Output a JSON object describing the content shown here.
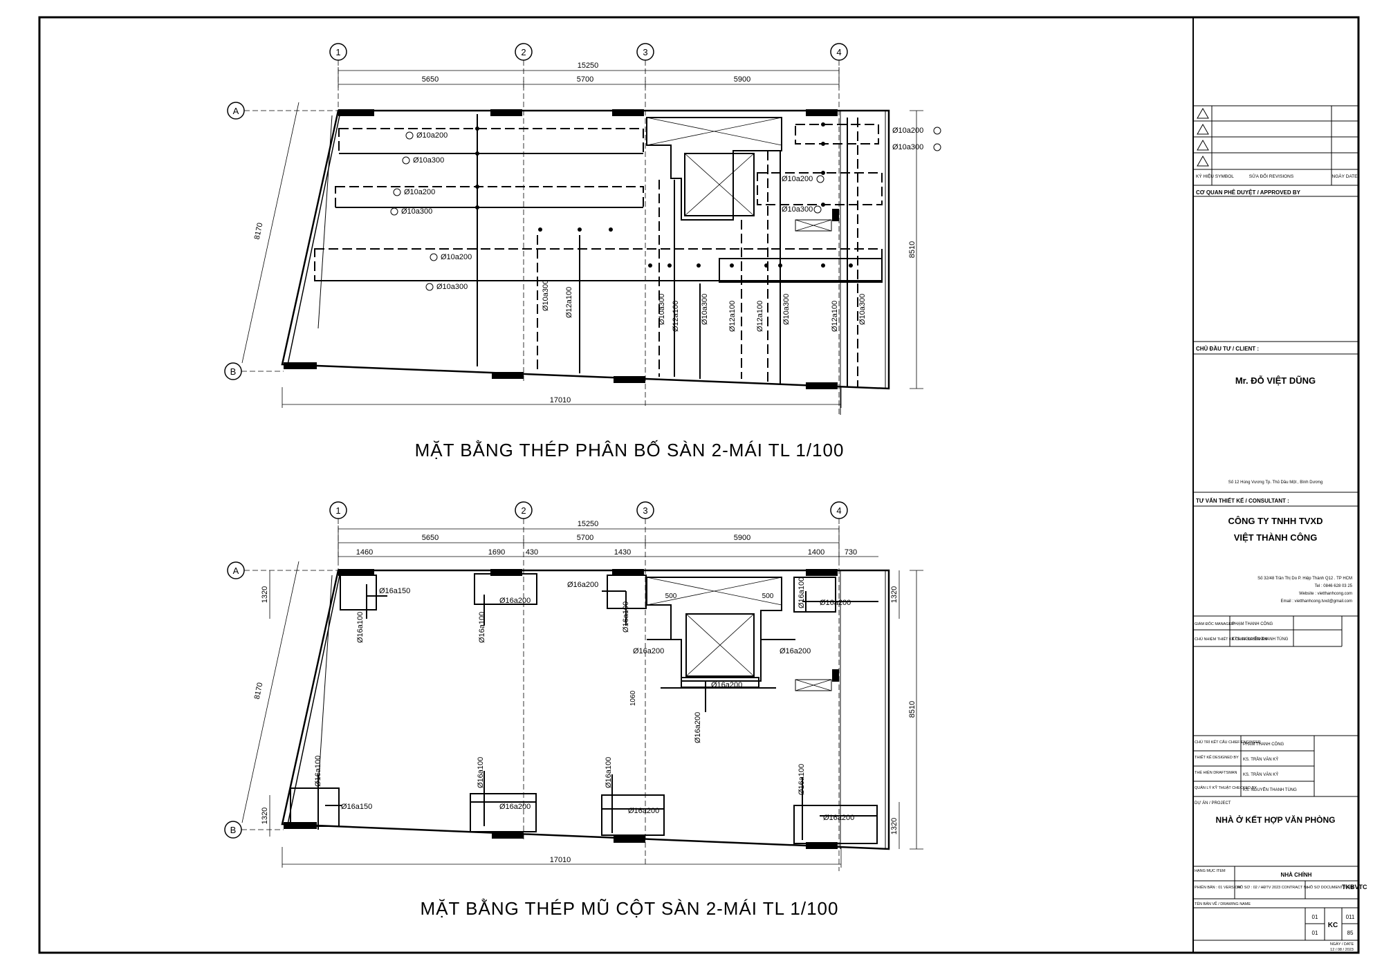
{
  "grid": {
    "cols": [
      "1",
      "2",
      "3",
      "4"
    ],
    "rows": [
      "A",
      "B"
    ]
  },
  "plan_top": {
    "title": "MẶT BẰNG THÉP PHÂN BỐ SÀN 2-MÁI TL 1/100",
    "dims": {
      "overall": "15250",
      "spans": [
        "5650",
        "5700",
        "5900"
      ],
      "bottom": "17010",
      "left": "8170",
      "right": "8510"
    },
    "rebar_labels": [
      "Ø10a200",
      "Ø10a300",
      "Ø10a200",
      "Ø10a300",
      "Ø10a200",
      "Ø10a300",
      "Ø10a200",
      "Ø10a300",
      "Ø10a200",
      "Ø10a300"
    ],
    "rebar_vertical": [
      "Ø10a300",
      "Ø12a100",
      "Ø10a300",
      "Ø12a100",
      "Ø10a300",
      "Ø12a100",
      "Ø12a100",
      "Ø10a300",
      "Ø12a100",
      "Ø10a300"
    ]
  },
  "plan_bottom": {
    "title": "MẶT BẰNG THÉP MŨ CỘT SÀN 2-MÁI TL 1/100",
    "dims": {
      "overall": "15250",
      "spans": [
        "5650",
        "5700",
        "5900"
      ],
      "bottom": "17010",
      "left": "8170",
      "right": "8510",
      "sub_top": [
        "1460",
        "1690",
        "430",
        "1430",
        "1400",
        "730"
      ],
      "side": [
        "1320",
        "1320",
        "1320",
        "1320"
      ],
      "core": [
        "500",
        "500",
        "1060"
      ]
    },
    "rebar_labels": [
      "Ø16a150",
      "Ø16a100",
      "Ø16a200",
      "Ø16a100",
      "Ø16a200",
      "Ø16a100",
      "Ø16a100",
      "Ø16a200",
      "Ø16a200",
      "Ø16a200",
      "Ø16a200",
      "Ø16a200",
      "Ø16a100",
      "Ø16a150",
      "Ø16a100",
      "Ø16a200",
      "Ø16a100",
      "Ø16a200",
      "Ø16a100",
      "Ø16a200"
    ]
  },
  "title_block": {
    "rev_header": [
      "KÝ HIỆU SYMBOL",
      "SỬA ĐỔI REVISIONS",
      "NGÀY DATE"
    ],
    "approved_by": "CƠ QUAN PHÊ DUYỆT / APPROVED BY",
    "client_label": "CHỦ ĐẦU TƯ / CLIENT :",
    "client_name": "Mr. ĐỖ VIỆT DŨNG",
    "client_address": "Số 12 Hùng Vương Tp. Thủ Dầu Một , Bình Dương",
    "consultant_label": "TƯ VẤN THIẾT KẾ / CONSULTANT :",
    "consultant_name_1": "CÔNG TY TNHH TVXD",
    "consultant_name_2": "VIỆT THÀNH CÔNG",
    "consultant_info": [
      "Số 32/48 Trần Thị Do P. Hiệp Thành Q12 . TP HCM",
      "Tel : 0846 628 03 25",
      "Website : vietthanhcong.com",
      "Email : vietthanhcong.tvxd@gmail.com"
    ],
    "roles_1": [
      {
        "label": "GIÁM ĐỐC MANAGER",
        "name": "PHẠM THANH CÔNG"
      },
      {
        "label": "CHỦ NHIỆM THIẾT KẾ CHIEF DESIGNER",
        "name": "KTS. NGUYỄN THANH TÙNG"
      }
    ],
    "roles_2": [
      {
        "label": "CHỦ TRÌ KẾT CẤU CHIEF ENGINEER",
        "name": "PHẠM THANH CÔNG"
      },
      {
        "label": "THIẾT KẾ DESIGNED BY",
        "name": "KS. TRẦN VĂN KỶ"
      },
      {
        "label": "THỂ HIỆN DRAFTSMAN",
        "name": "KS. TRẦN VĂN KỶ"
      },
      {
        "label": "QUẢN LÝ KỸ THUẬT CHECKED BY",
        "name": "KS. NGUYỄN THANH TÙNG"
      }
    ],
    "project_label": "DỰ ÁN / PROJECT",
    "project_name": "NHÀ Ở KẾT HỢP VĂN PHÒNG",
    "item_label": "HẠNG MỤC ITEM",
    "item_name": "NHÀ CHÍNH",
    "version": "PHIÊN BẢN : 01 VERSION",
    "contract": "HỒ SƠ : 02 / HĐTV 2023 CONTRACT No",
    "doc_type_label": "HỒ SƠ DOCUMENT TYPE",
    "doc_type": "TKBVTC",
    "drawing_name_label": "TÊN BẢN VẼ / DRAWING NAME",
    "sheet_a": "01",
    "sheet_b": "01",
    "discipline": "KC",
    "sheet_no": "011",
    "total": "85",
    "date_label": "NGÀY / DATE",
    "date": "12 / 08 / 2023"
  }
}
